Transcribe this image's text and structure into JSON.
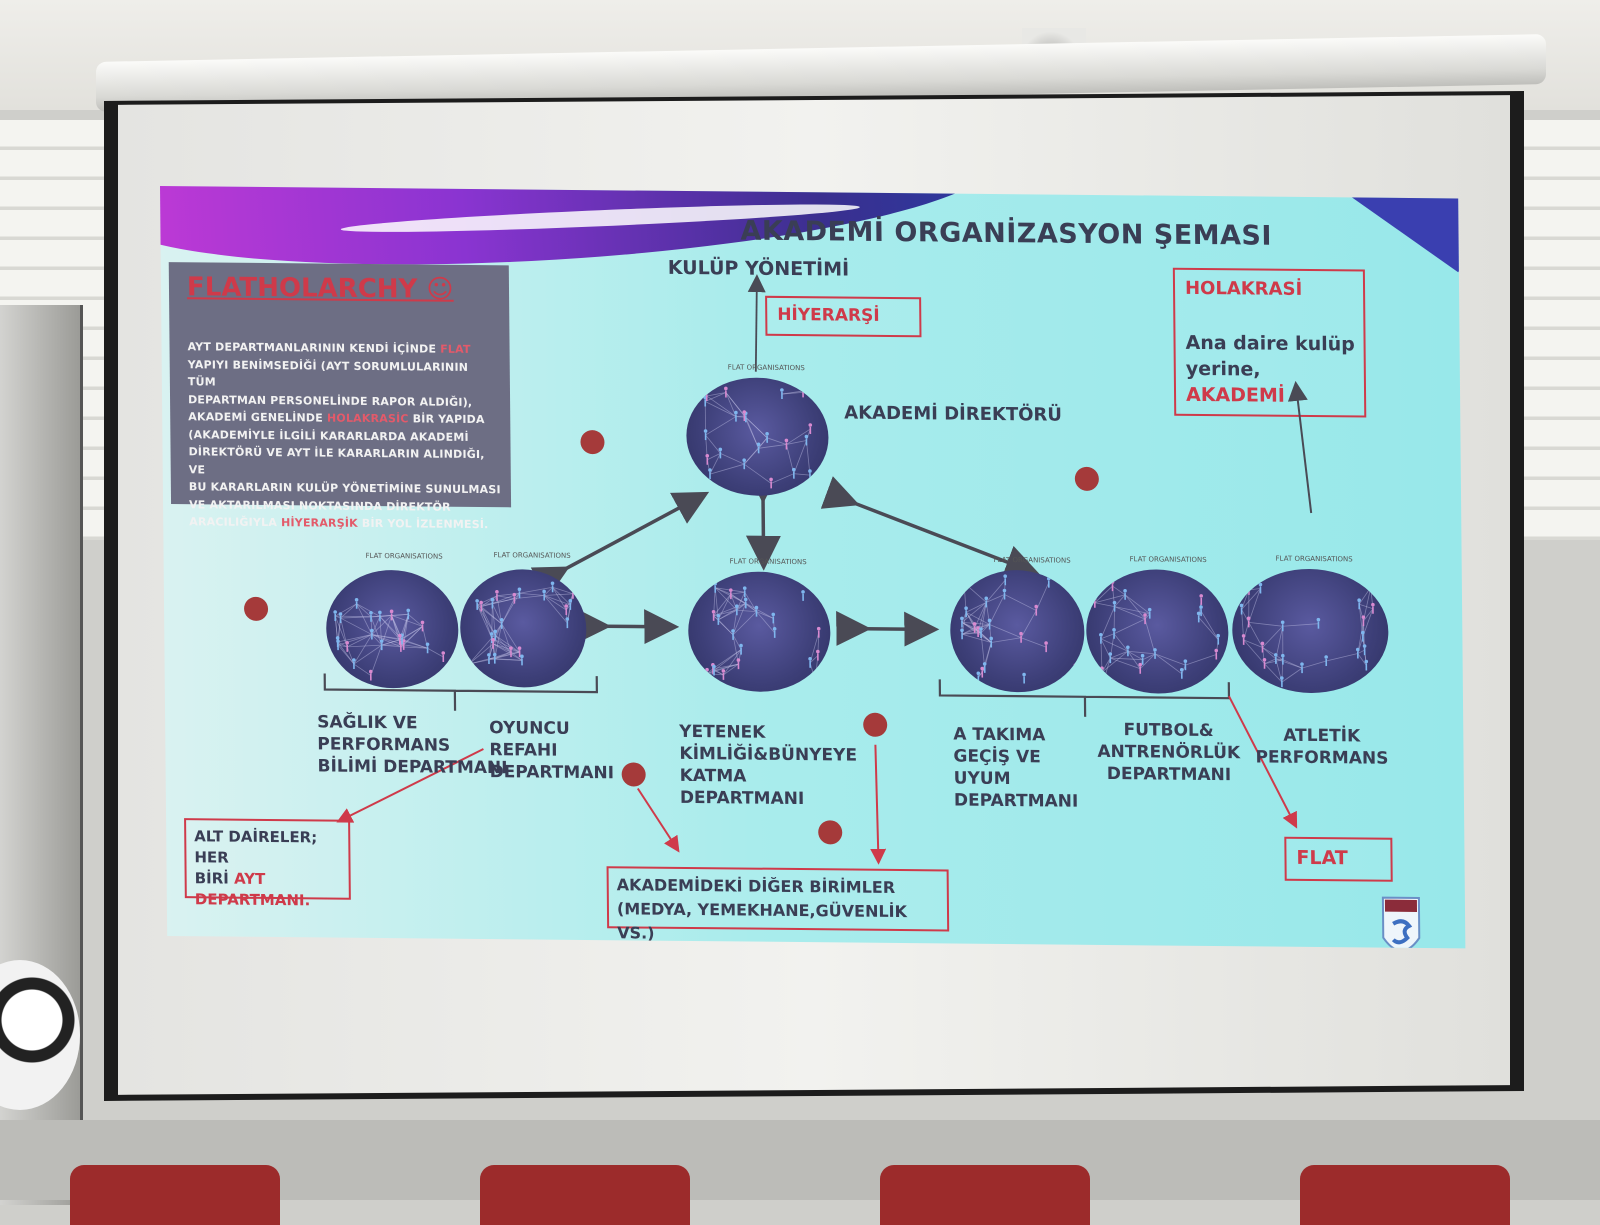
{
  "slide": {
    "title": "AKADEMİ ORGANİZASYON ŞEMASI",
    "top_label": "KULÜP YÖNETİMİ",
    "hierarchy_box": "HİYERARŞİ",
    "director": "AKADEMİ DİREKTÖRÜ",
    "flat_panel": {
      "title": "FLATHOLARCHY ☺",
      "line1_a": "AYT DEPARTMANLARININ KENDİ İÇİNDE ",
      "line1_hl": "FLAT",
      "line2": "YAPIYI BENİMSEDİĞİ (AYT SORUMLULARININ TÜM",
      "line3": "DEPARTMAN PERSONELİNDE RAPOR ALDIĞI),",
      "line4_a": "AKADEMİ GENELİNDE ",
      "line4_hl": "HOLAKRASİC",
      "line4_b": " BİR YAPIDA",
      "line5": "(AKADEMİYLE İLGİLİ KARARLARDA AKADEMİ",
      "line6": "DİREKTÖRÜ VE AYT İLE KARARLARIN ALINDIĞI, VE",
      "line7": "BU KARARLARIN KULÜP YÖNETİMİNE SUNULMASI",
      "line8": "VE AKTARILMASI NOKTASINDA DİREKTÖR",
      "line9_a": "ARACILIĞIYLA ",
      "line9_hl": "HİYERARŞİK",
      "line9_b": " BİR YOL İZLENMESİ."
    },
    "holakrasi_box": {
      "title": "HOLAKRASİ",
      "line1": "Ana daire kulüp",
      "line2": "yerine,",
      "line3": "AKADEMİ"
    },
    "tiny_label": "FLAT ORGANISATIONS",
    "departments": {
      "saglik": [
        "SAĞLIK VE",
        "PERFORMANS",
        "BİLİMİ DEPARTMANI"
      ],
      "oyuncu": [
        "OYUNCU",
        "REFAHI",
        "DEPARTMANI"
      ],
      "yetenek": [
        "YETENEK",
        "KİMLİĞİ&BÜNYEYE",
        "KATMA",
        "DEPARTMANI"
      ],
      "atakima": [
        "A TAKIMA",
        "GEÇİŞ VE",
        "UYUM",
        "DEPARTMANI"
      ],
      "futbol": [
        "FUTBOL&",
        "ANTRENÖRLÜK",
        "DEPARTMANI"
      ],
      "atletik": [
        "ATLETİK",
        "PERFORMANS"
      ]
    },
    "alt_box": {
      "line1": "ALT DAİRELER; HER",
      "line2_a": "BİRİ ",
      "line2_hl": "AYT",
      "line3": "DEPARTMANI."
    },
    "flat_box": "FLAT",
    "other_box": {
      "line1": "AKADEMİDEKİ DİĞER BİRİMLER",
      "line2": "(MEDYA, YEMEKHANE,GÜVENLİK VS.)"
    },
    "colors": {
      "accent_red": "#cf3a4a",
      "text_dark": "#3a3e55",
      "circle_fill": "#3d3f78",
      "slide_bg": "#a9ecec"
    }
  }
}
